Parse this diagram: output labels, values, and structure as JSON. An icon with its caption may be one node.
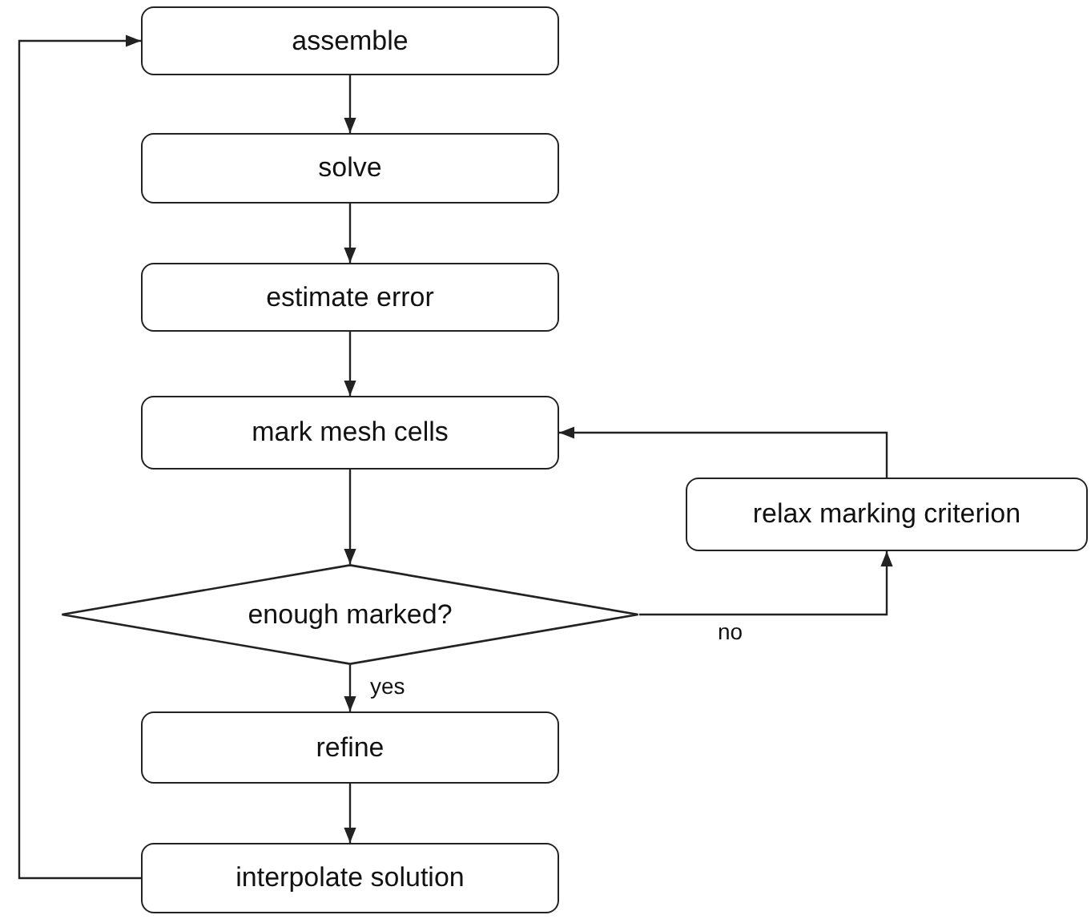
{
  "diagram": {
    "nodes": [
      {
        "text": [
          "assemble"
        ]
      },
      {
        "text": [
          "solve"
        ]
      },
      {
        "text": [
          "estimate error"
        ]
      },
      {
        "text": [
          "mark mesh cells"
        ]
      },
      {
        "text": [
          "relax marking criterion"
        ]
      },
      {
        "text": [
          "enough marked?"
        ]
      },
      {
        "text": [
          "refine"
        ]
      },
      {
        "text": [
          "interpolate solution"
        ]
      }
    ],
    "edges": [
      {
        "from": 0,
        "to": 1,
        "arrow": "to"
      },
      {
        "from": 1,
        "to": 2,
        "arrow": "to"
      },
      {
        "from": 2,
        "to": 3,
        "arrow": "to"
      },
      {
        "from": 3,
        "to": 5,
        "arrow": "to"
      },
      {
        "from": 5,
        "to": 4,
        "label": "no",
        "arrow": "to"
      },
      {
        "from": 4,
        "to": 3,
        "arrow": "to"
      },
      {
        "from": 5,
        "to": 6,
        "label": "yes",
        "arrow": "to"
      },
      {
        "from": 6,
        "to": 7,
        "arrow": "to"
      },
      {
        "from": 7,
        "to": 0,
        "arrow": "to"
      }
    ]
  }
}
